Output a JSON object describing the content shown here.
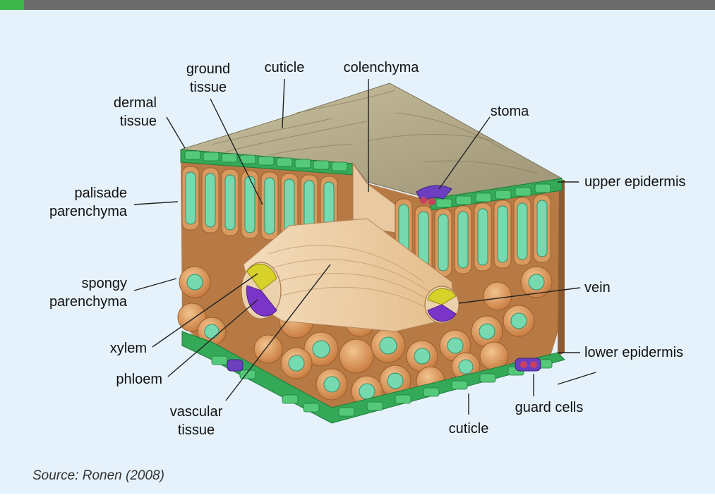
{
  "figure": {
    "labels": {
      "ground_tissue": [
        "ground",
        "tissue"
      ],
      "cuticle_top": "cuticle",
      "colenchyma": "colenchyma",
      "dermal_tissue": [
        "dermal",
        "tissue"
      ],
      "stoma": "stoma",
      "upper_epidermis": "upper epidermis",
      "palisade_parenchyma": [
        "palisade",
        "parenchyma"
      ],
      "spongy_parenchyma": [
        "spongy",
        "parenchyma"
      ],
      "vein": "vein",
      "xylem": "xylem",
      "lower_epidermis": "lower epidermis",
      "phloem": "phloem",
      "vascular_tissue": [
        "vascular",
        "tissue"
      ],
      "guard_cells": "guard cells",
      "cuticle_bottom": "cuticle"
    },
    "source": "Source: Ronen (2008)"
  },
  "colors": {
    "header_bar": "#6b6b6b",
    "header_accent": "#3cb54a",
    "background": "#e6f2fb",
    "cuticle_surface": "#b5ab87",
    "epidermis": "#33a957",
    "cell_wall": "#d99a5f",
    "chloroplast": "#77d9b0",
    "xylem": "#d7d12a",
    "phloem": "#7a34c8",
    "stoma": "#6c3fc0"
  }
}
